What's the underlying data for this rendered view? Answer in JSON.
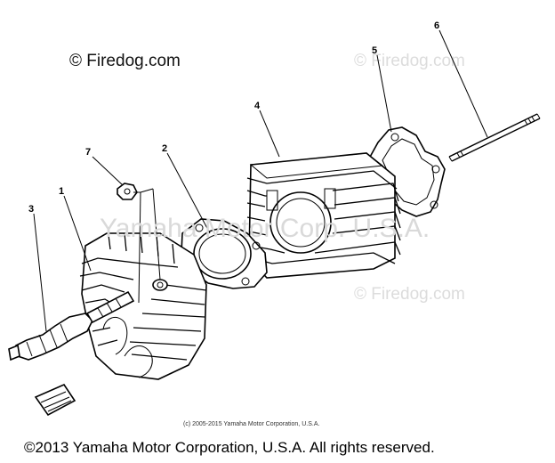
{
  "watermarks": {
    "top_left": "© Firedog.com",
    "top_right": "© Firedog.com",
    "mid_right": "© Firedog.com",
    "center": "Yamaha Motor Corp. U.S.A."
  },
  "callouts": [
    "1",
    "2",
    "3",
    "4",
    "5",
    "6",
    "7"
  ],
  "credit": "(c) 2005-2015 Yamaha Motor Corporation, U.S.A.",
  "footer": "©2013 Yamaha Motor Corporation, U.S.A. All rights reserved."
}
